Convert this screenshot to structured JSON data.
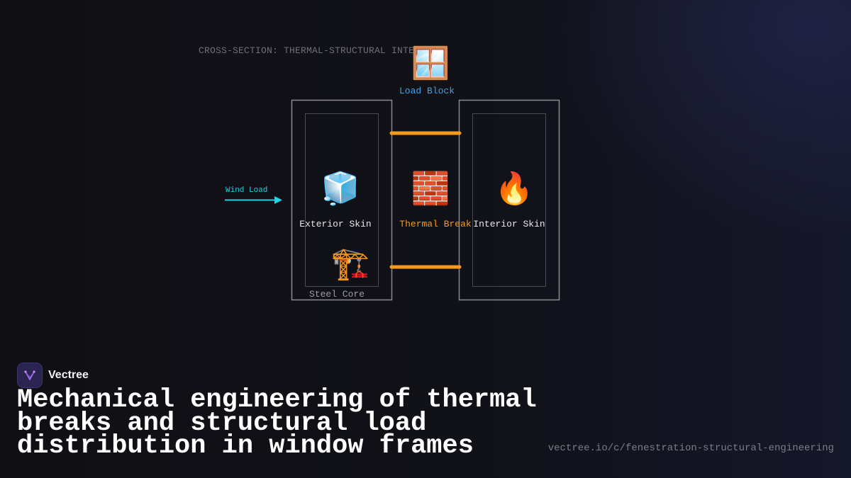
{
  "diagram": {
    "title": "CROSS-SECTION: THERMAL-STRUCTURAL INTERFACE",
    "nodes": [
      {
        "id": "load_block",
        "icon": "window-icon",
        "emoji": "🪟",
        "label": "Load Block",
        "color": "#3fa3e6"
      },
      {
        "id": "exterior_skin",
        "icon": "ice-cube-icon",
        "emoji": "🧊",
        "label": "Exterior Skin",
        "color": "#e8e8ee"
      },
      {
        "id": "thermal_break",
        "icon": "brick-icon",
        "emoji": "🧱",
        "label": "Thermal Break",
        "color": "#f59a1a"
      },
      {
        "id": "interior_skin",
        "icon": "fire-icon",
        "emoji": "🔥",
        "label": "Interior Skin",
        "color": "#e8e8ee"
      },
      {
        "id": "steel_core",
        "icon": "crane-icon",
        "emoji": "🏗️",
        "label": "Steel Core",
        "color": "#9a9aa3"
      }
    ],
    "wind_label": "Wind Load",
    "colors": {
      "frame_stroke": "#8a8a92",
      "inner_stroke": "#4a4a52",
      "connector": "#f59a1a",
      "wind_arrow": "#19d5e6"
    }
  },
  "brand": {
    "name": "Vectree"
  },
  "headline": "Mechanical engineering of thermal breaks and structural load distribution in window frames",
  "url": "vectree.io/c/fenestration-structural-engineering"
}
